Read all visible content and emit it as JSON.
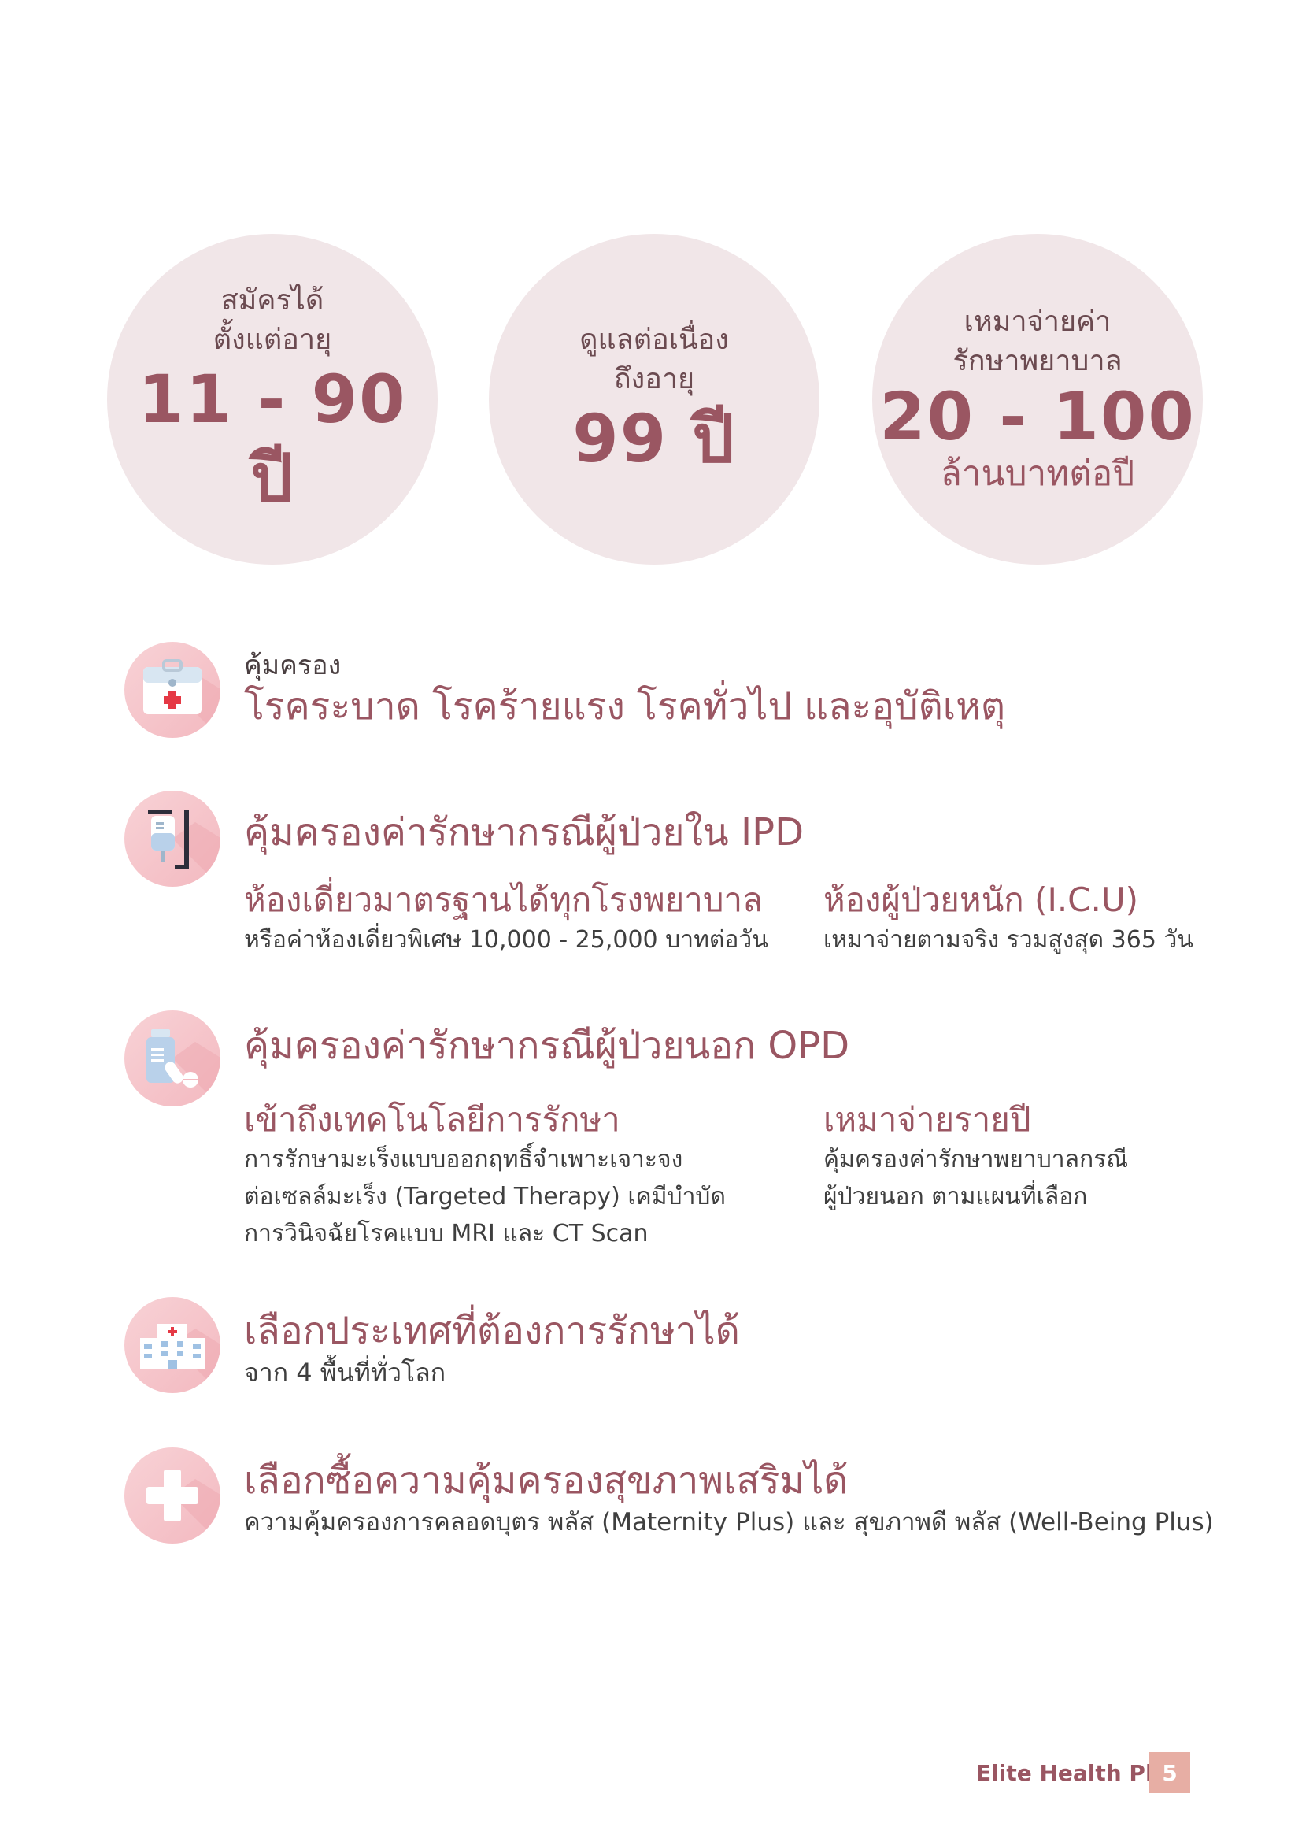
{
  "stats": [
    {
      "line1": "สมัครได้",
      "line2": "ตั้งแต่อายุ",
      "value": "11 - 90 ปี"
    },
    {
      "line1": "ดูแลต่อเนื่อง",
      "line2": "ถึงอายุ",
      "value": "99 ปี"
    },
    {
      "line1": "เหมาจ่ายค่า",
      "line2": "รักษาพยาบาล",
      "value": "20 - 100",
      "unit": "ล้านบาทต่อปี"
    }
  ],
  "coverage": {
    "label": "คุ้มครอง",
    "title": "โรคระบาด โรคร้ายแรง โรคทั่วไป และอุบัติเหตุ",
    "icon": "first-aid-kit-icon"
  },
  "ipd": {
    "title": "คุ้มครองค่ารักษากรณีผู้ป่วยใน IPD",
    "icon": "iv-drip-icon",
    "col1_title": "ห้องเดี่ยวมาตรฐานได้ทุกโรงพยาบาล",
    "col1_text": "หรือค่าห้องเดี่ยวพิเศษ 10,000 - 25,000 บาทต่อวัน",
    "col2_title": "ห้องผู้ป่วยหนัก (I.C.U)",
    "col2_text": "เหมาจ่ายตามจริง รวมสูงสุด 365 วัน"
  },
  "opd": {
    "title": "คุ้มครองค่ารักษากรณีผู้ป่วยนอก OPD",
    "icon": "medicine-bottle-icon",
    "col1_title": "เข้าถึงเทคโนโลยีการรักษา",
    "col1_lines": [
      "การรักษามะเร็งแบบออกฤทธิ์จำเพาะเจาะจง",
      "ต่อเซลล์มะเร็ง (Targeted Therapy) เคมีบำบัด",
      "การวินิจฉัยโรคแบบ MRI และ CT Scan"
    ],
    "col2_title": "เหมาจ่ายรายปี",
    "col2_lines": [
      "คุ้มครองค่ารักษาพยาบาลกรณี",
      "ผู้ป่วยนอก ตามแผนที่เลือก"
    ]
  },
  "country": {
    "title": "เลือกประเทศที่ต้องการรักษาได้",
    "text": "จาก 4 พื้นที่ทั่วโลก",
    "icon": "hospital-building-icon"
  },
  "extra": {
    "title": "เลือกซื้อความคุ้มครองสุขภาพเสริมได้",
    "text": "ความคุ้มครองการคลอดบุตร พลัส (Maternity Plus) และ สุขภาพดี พลัส (Well-Being Plus)",
    "icon": "medical-cross-icon"
  },
  "footer": {
    "brand": "Elite Health Plus",
    "page": "5"
  },
  "colors": {
    "accent": "#9a5662",
    "circle_bg": "#f1e6e8",
    "icon_bg": "#f3b9c0",
    "page_badge": "#e7aea4"
  }
}
